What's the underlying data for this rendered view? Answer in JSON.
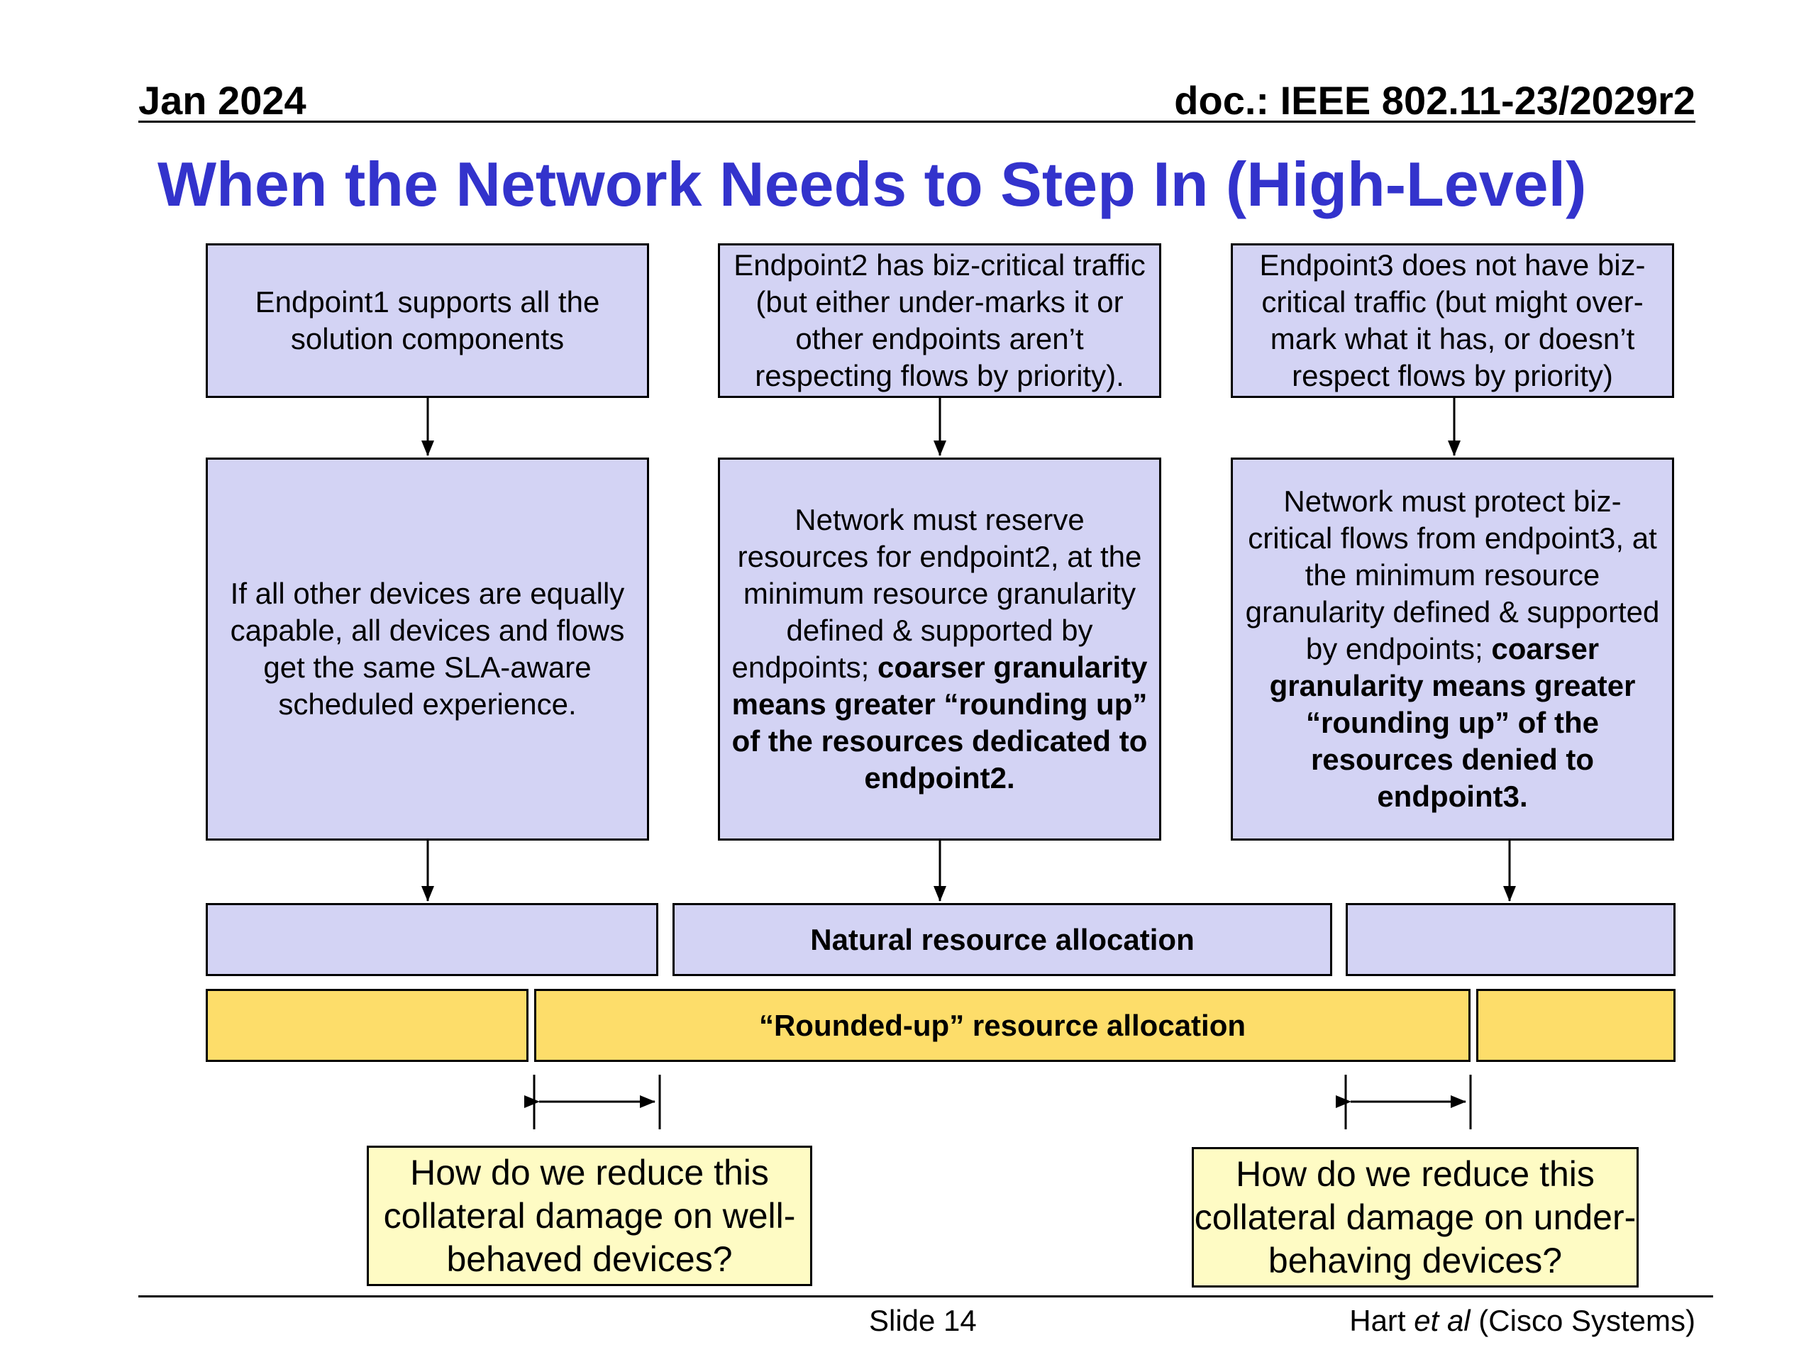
{
  "header": {
    "date": "Jan 2024",
    "doc": "doc.: IEEE 802.11-23/2029r2"
  },
  "title": "When the Network Needs to Step In (High-Level)",
  "top_boxes": [
    {
      "text": "Endpoint1 supports all the solution components"
    },
    {
      "text": "Endpoint2 has biz-critical traffic (but either under-marks it or other endpoints aren’t respecting flows by priority)."
    },
    {
      "text": "Endpoint3 does not have biz-critical traffic (but might over-mark what it has, or doesn’t respect flows by priority)"
    }
  ],
  "middle_boxes": [
    {
      "text": "If all other devices are equally capable, all devices and flows get the same SLA-aware scheduled experience.",
      "bold": ""
    },
    {
      "text": "Network must reserve resources for endpoint2, at the minimum resource granularity defined & supported by endpoints;",
      "bold": "coarser granularity means greater “rounding up” of the resources dedicated to endpoint2."
    },
    {
      "text": "Network must protect biz-critical flows from endpoint3, at the minimum resource granularity defined & supported by endpoints;",
      "bold": "coarser granularity means greater “rounding up” of the resources denied to endpoint3."
    }
  ],
  "natural_bar": {
    "label": "Natural resource allocation"
  },
  "rounded_bar": {
    "label": "“Rounded-up” resource allocation"
  },
  "questions": [
    {
      "text": "How do we reduce this collateral damage on well-behaved devices?"
    },
    {
      "text": "How do we reduce this collateral damage on under-behaving devices?"
    }
  ],
  "footer": {
    "slide": "Slide 14",
    "author_prefix": "Hart ",
    "author_italic": "et al",
    "author_suffix": " (Cisco Systems)"
  },
  "colors": {
    "title": "#3333cc",
    "box_fill": "#d3d3f4",
    "gold_fill": "#fddd6a",
    "question_fill": "#fefbc4"
  }
}
